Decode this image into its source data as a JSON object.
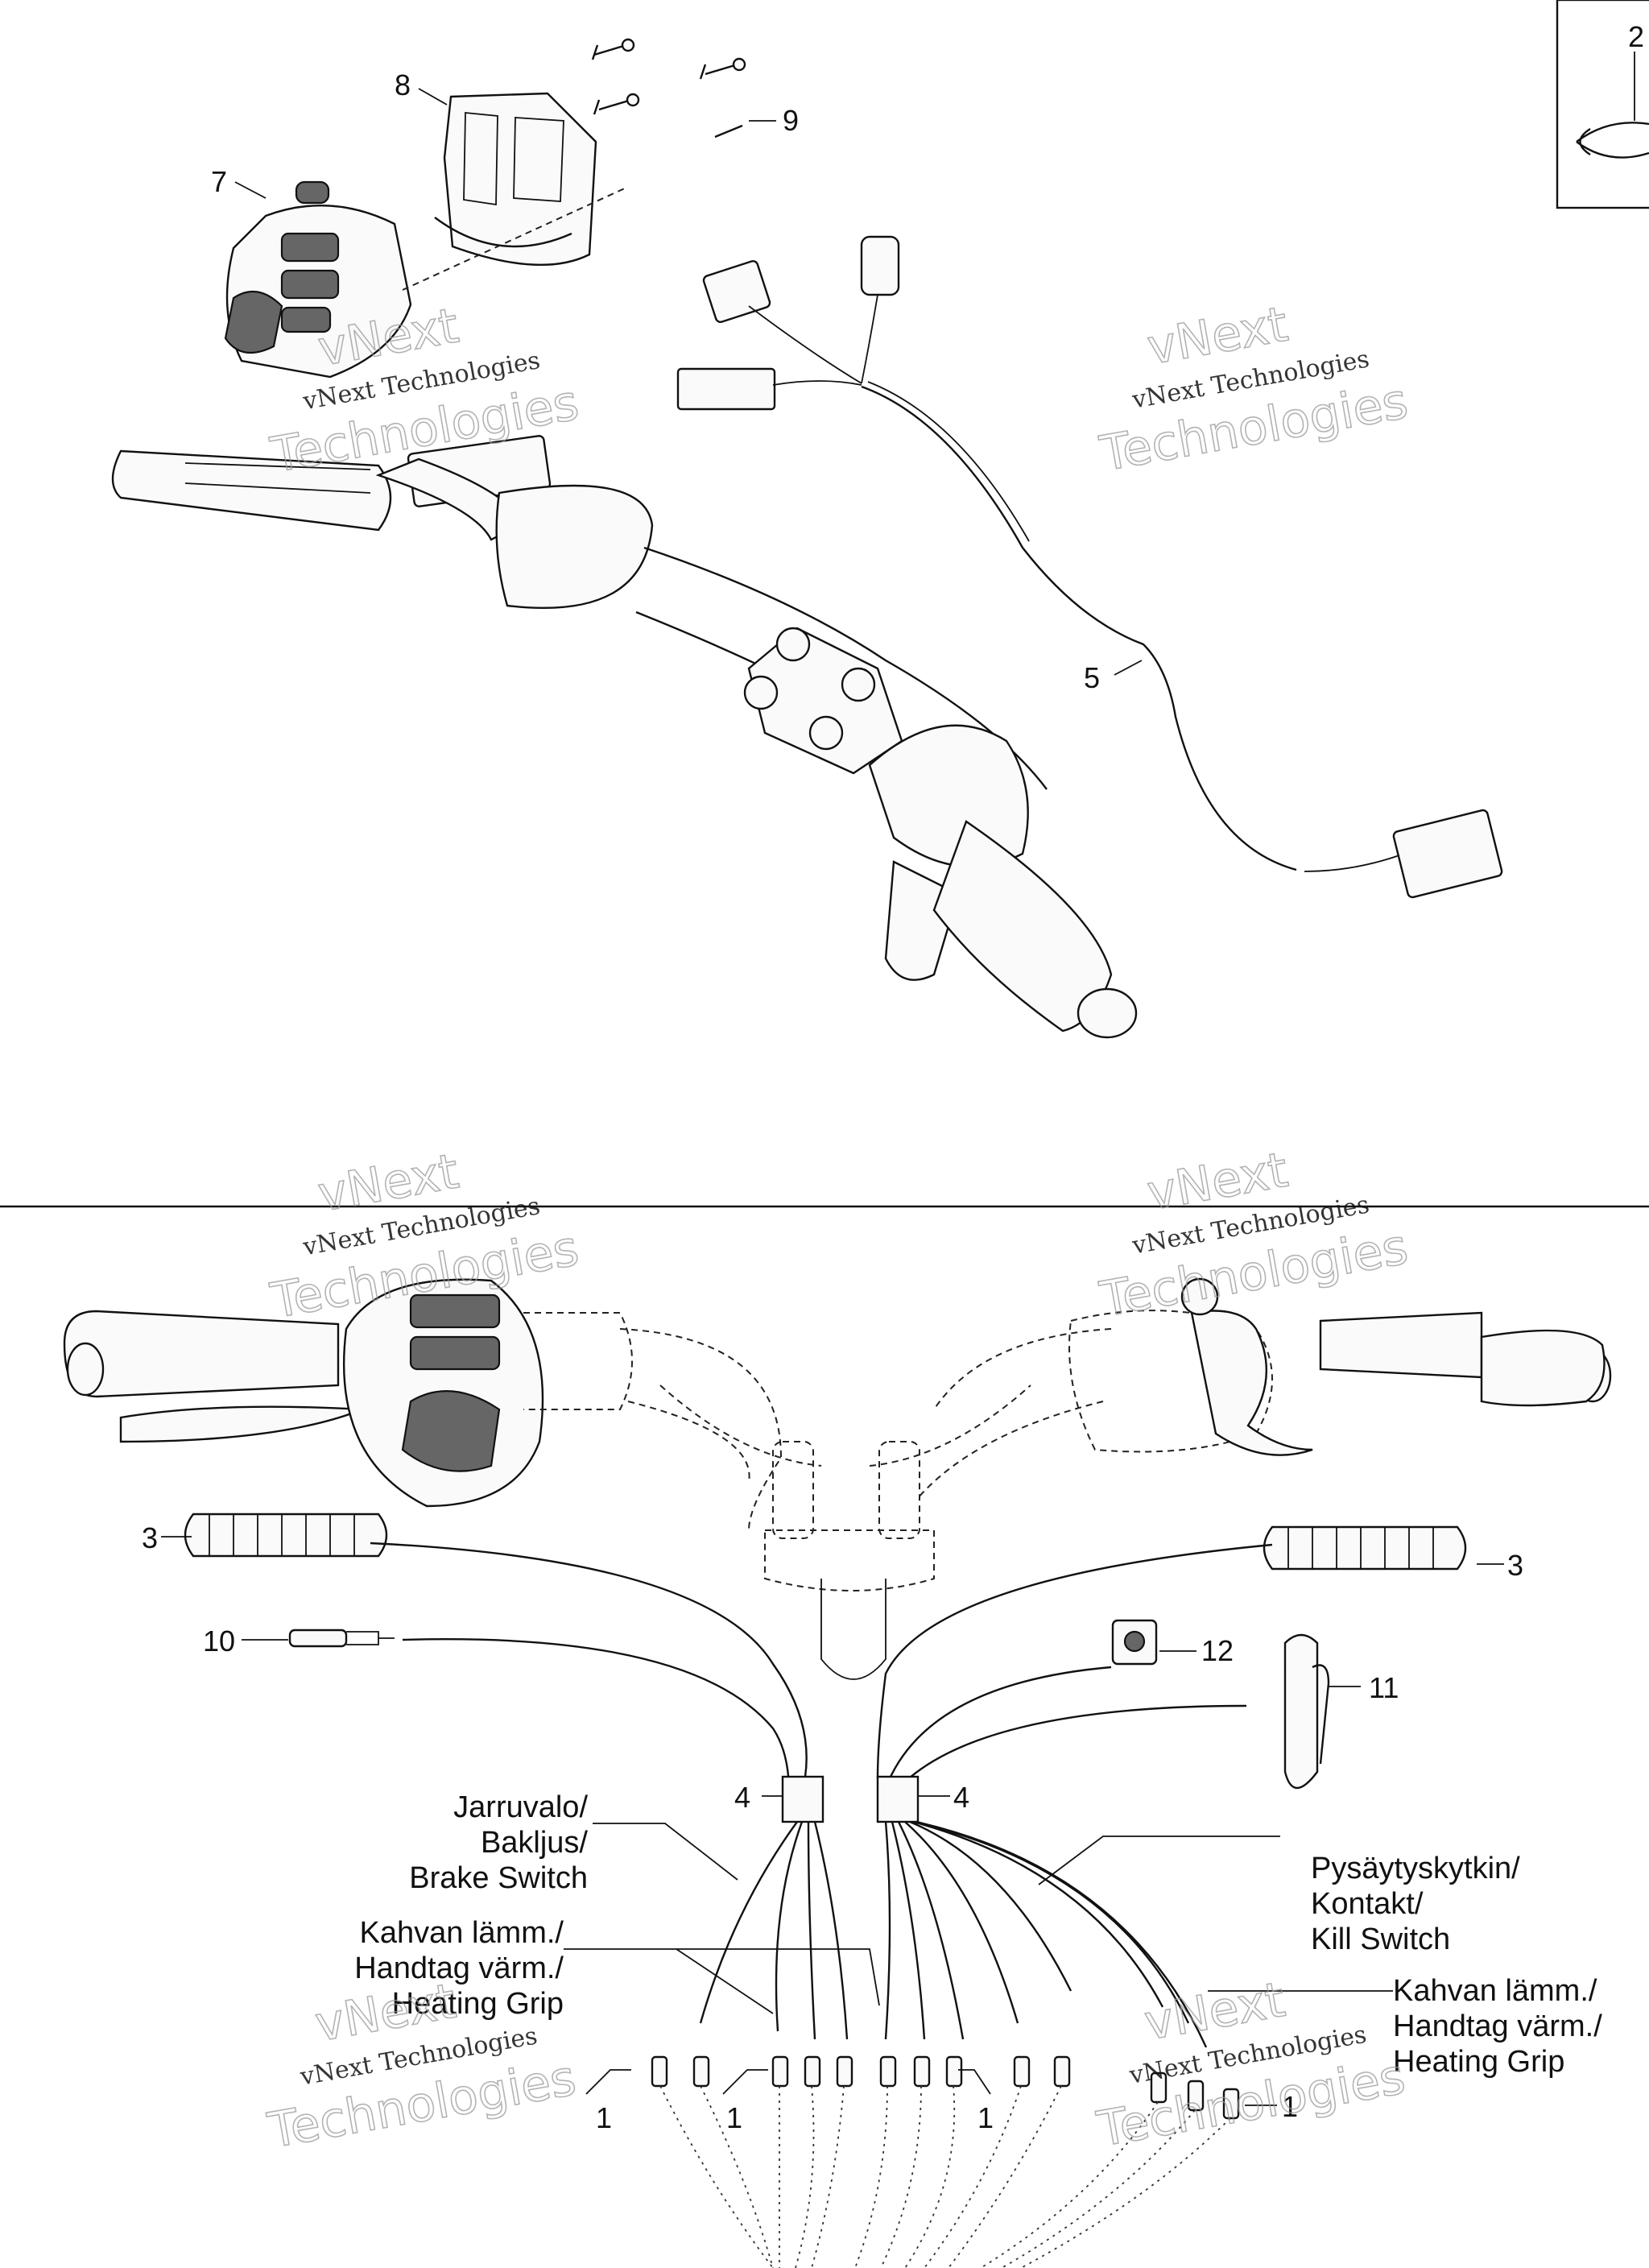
{
  "callouts": {
    "c2": "2",
    "c7": "7",
    "c8": "8",
    "c9": "9",
    "c5": "5",
    "c3_left": "3",
    "c3_right": "3",
    "c10": "10",
    "c12": "12",
    "c11": "11",
    "c4_left": "4",
    "c4_right": "4",
    "c1_a": "1",
    "c1_b": "1",
    "c1_c": "1",
    "c1_d": "1"
  },
  "labels": {
    "brake": [
      "Jarruvalo/",
      "Bakljus/",
      "Brake Switch"
    ],
    "heating_left": [
      "Kahvan lämm./",
      "Handtag värm./",
      "Heating Grip"
    ],
    "kill": [
      "Pysäytyskytkin/",
      "Kontakt/",
      "Kill Switch"
    ],
    "heating_right": [
      "Kahvan lämm./",
      "Handtag värm./",
      "Heating Grip"
    ]
  },
  "watermark": {
    "line1": "vNext",
    "line2": "vNext Technologies",
    "line3": "Technologies"
  }
}
